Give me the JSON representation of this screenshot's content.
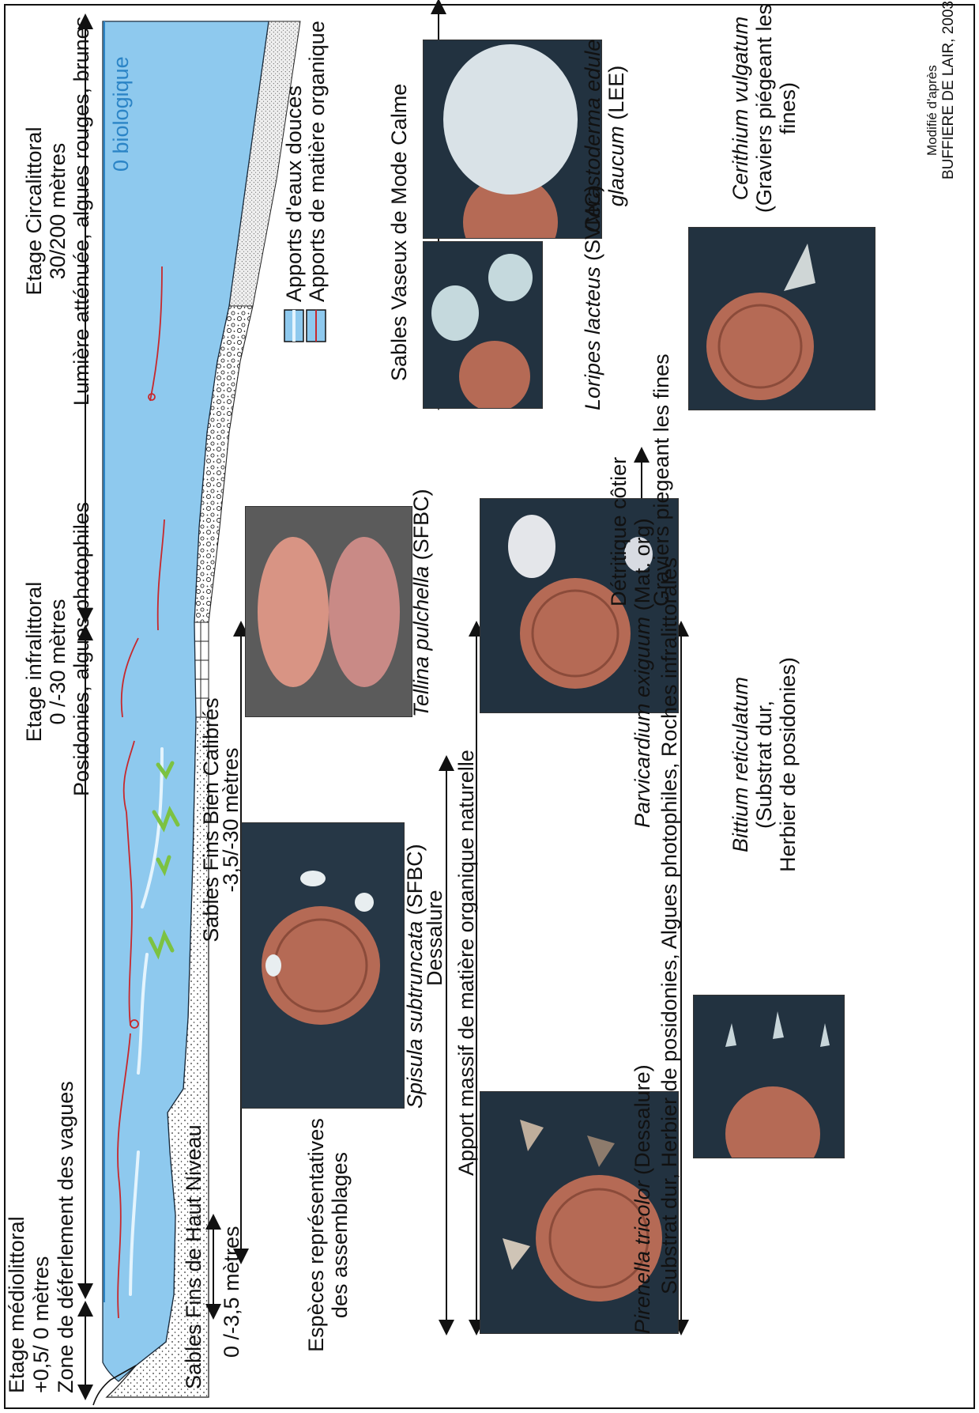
{
  "zones": {
    "mediolittoral": {
      "title": "Etage médiolittoral",
      "depth": "+0,5/ 0 mètres",
      "desc": "Zone de déferlement des vagues"
    },
    "infralittoral": {
      "title": "Etage infralittoral",
      "depth": "0 /-30 mètres",
      "desc": "Posidonies, algues photophiles"
    },
    "circalittoral": {
      "title": "Etage Circalittoral",
      "depth": "30/200 mètres",
      "desc": "Lumière atténuée, algues rouges, brunes"
    }
  },
  "zero_bio": "0 biologique",
  "legend": {
    "fresh": "Apports d'eaux douces",
    "organic": "Apports de matière organique"
  },
  "sediments": {
    "shfn": "Sables Fins de Haut Niveau",
    "shfn_depth": "0 /-3,5 mètres",
    "sfbc": "Sables Fins Bien Calibrés",
    "sfbc_depth": "-3,5/-30 mètres",
    "svmc": "Sables Vaseux de Mode Calme",
    "detritique": "Détritique côtier",
    "graviers": "Graviers piegeant les fines"
  },
  "assemblages_title": [
    "Espèces représentatives",
    "des assemblages"
  ],
  "species": {
    "spisula": {
      "name": "Spisula subtruncata",
      "tag": " (SFBC)"
    },
    "tellina": {
      "name": "Tellina pulchella",
      "tag": " (SFBC)"
    },
    "loripes": {
      "name": "Loripes lacteus",
      "tag": " (SVMC)"
    },
    "cerastoderma": {
      "name1": "Cerastoderma edule",
      "name2": "glaucum",
      "tag": " (LEE)"
    },
    "pirenella": {
      "name": "Pirenella tricolor",
      "tag": " (Dessalure)"
    },
    "parvicardium": {
      "name": "Parvicardium exiguum",
      "tag": " (Mat. org)"
    },
    "bittium": {
      "name": "Bittium reticulatum",
      "l2": "(Substrat dur,",
      "l3": "Herbier de posidonies)"
    },
    "cerithium": {
      "name": "Cerithium vulgatum",
      "l2": "(Graviers piégeant les",
      "l3": "fines)"
    }
  },
  "gradients": {
    "dessalure": "Dessalure",
    "apport": "Apport massif de matière organique naturelle",
    "substrat": "Substrat dur, Herbier de posidonies, Algues photophiles, Roches infralittorales"
  },
  "credit": {
    "l1": "Modifié d'après",
    "l2": "BUFFIERE DE LAIR, 2003"
  },
  "colors": {
    "sea": "#8ec9ee",
    "fresh": "#e4f4fd",
    "organic": "#c7282c",
    "posidonia": "#7cc242",
    "zero": "#2b84c6",
    "sand": "#f1f1f1"
  }
}
